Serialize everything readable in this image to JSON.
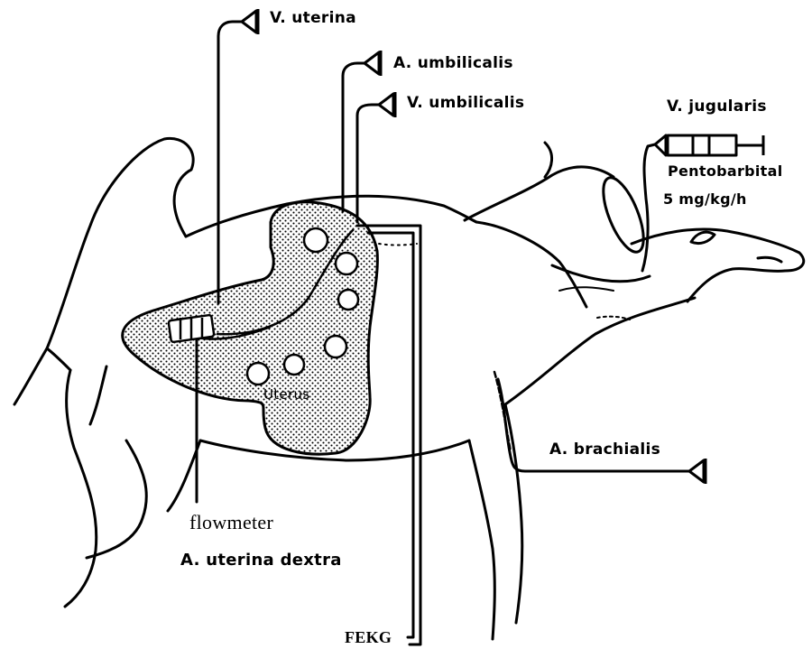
{
  "labels": {
    "v_uterina": "V. uterina",
    "a_umbilicalis": "A. umbilicalis",
    "v_umbilicalis": "V. umbilicalis",
    "v_jugularis": "V. jugularis",
    "pentobarbital": "Pentobarbital",
    "dose": "5 mg/kg/h",
    "uterus": "Uterus",
    "a_brachialis": "A. brachialis",
    "flowmeter": "flowmeter",
    "a_uterina_dextra": "A. uterina dextra",
    "fekg": "FEKG"
  },
  "colors": {
    "ink": "#000000",
    "background": "#ffffff"
  },
  "icons": [
    "transducer-icon",
    "syringe-icon",
    "flowmeter-probe-icon"
  ]
}
